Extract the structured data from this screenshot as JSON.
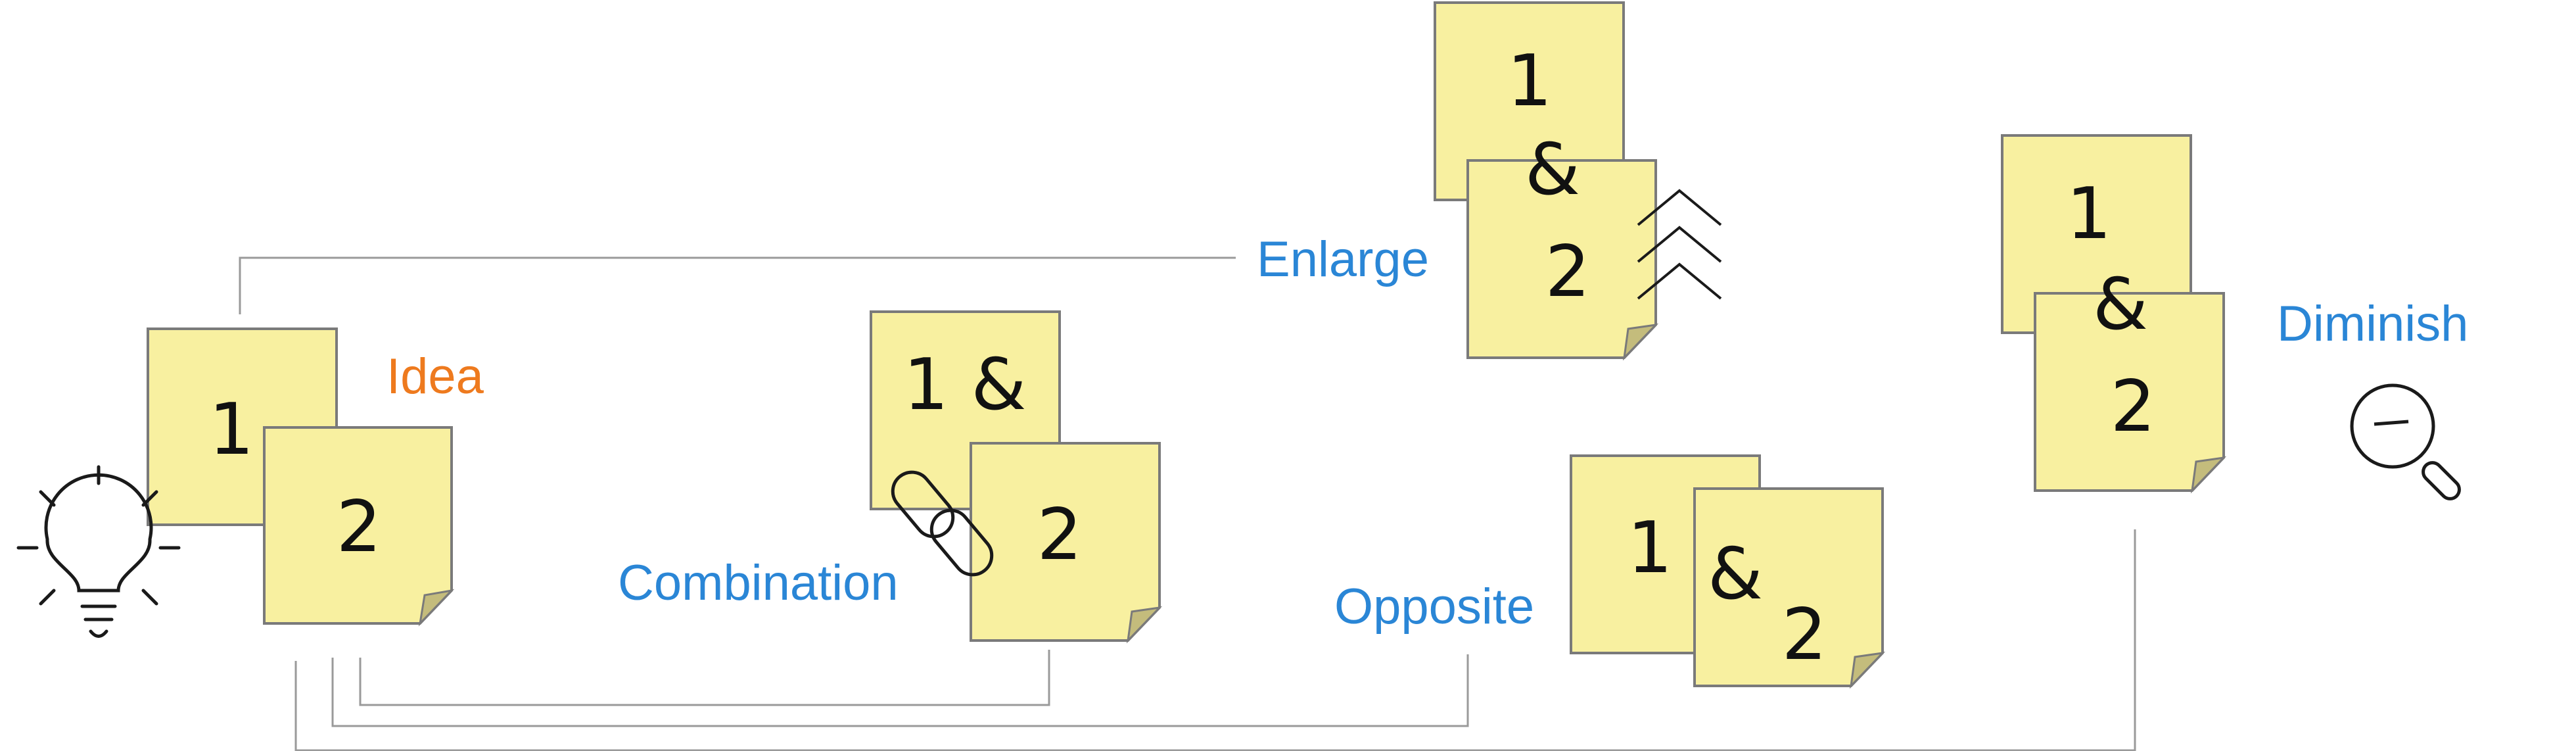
{
  "colors": {
    "note_fill": "#f8f0a0",
    "note_border": "#7a7a7a",
    "fold_fill": "#c4bc7c",
    "connector": "#9a9a9a",
    "label_blue": "#2a86d6",
    "label_orange": "#ee7a1e",
    "icon_stroke": "#1a1a1a"
  },
  "idea": {
    "label": "Idea",
    "note_1": "1",
    "note_2": "2",
    "icon": "lightbulb-icon"
  },
  "combination": {
    "label": "Combination",
    "note_1": "1 &",
    "note_2": "2",
    "icon": "link-icon"
  },
  "enlarge": {
    "label": "Enlarge",
    "note_1_top": "1",
    "note_amp": "&",
    "note_2": "2",
    "icon": "chevrons-up-icon"
  },
  "opposite": {
    "label": "Opposite",
    "note_1": "1",
    "note_amp": "&",
    "note_2": "2"
  },
  "diminish": {
    "label": "Diminish",
    "note_1": "1",
    "note_amp": "&",
    "note_2": "2",
    "icon": "zoom-out-icon"
  }
}
